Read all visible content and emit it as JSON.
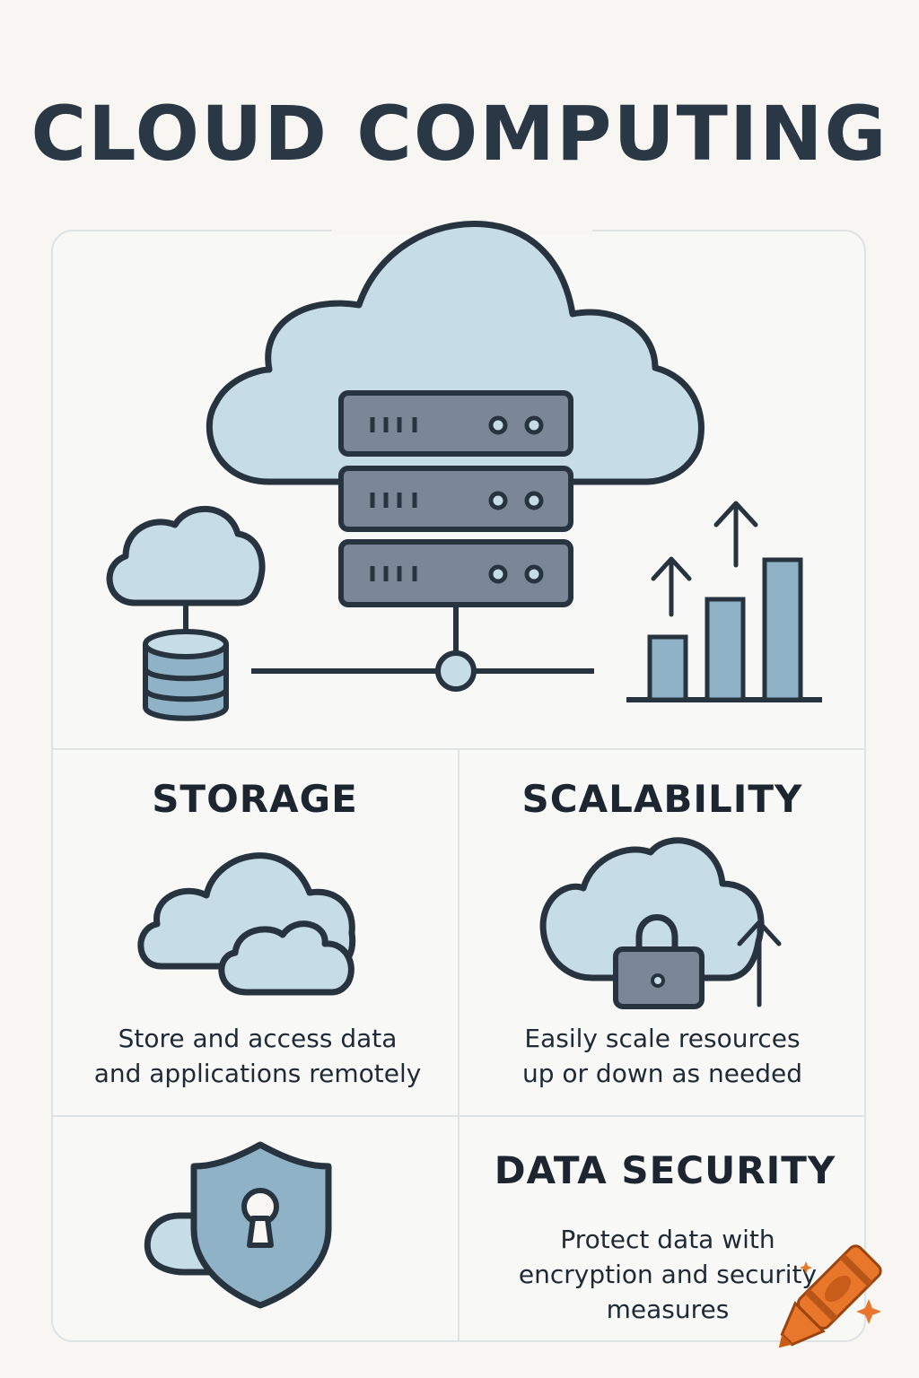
{
  "title": "CLOUD COMPUTING",
  "colors": {
    "background": "#f7f6f3",
    "stroke": "#27343f",
    "cloud_fill": "#c6dce6",
    "server_fill": "#7b8796",
    "bar_fill": "#8fb2c6",
    "accent": "#e8762b"
  },
  "sections": {
    "storage": {
      "heading": "STORAGE",
      "description": "Store and access data\nand applications remotely",
      "icon": "two-clouds-icon"
    },
    "scalability": {
      "heading": "SCALABILITY",
      "description": "Easily scale resources\nup or down as needed",
      "icon": "cloud-lock-arrow-icon"
    },
    "data_security": {
      "heading": "DATA SECURITY",
      "description": "Protect data with\nencryption and security\nmeasures",
      "icon": "shield-keyhole-icon"
    }
  },
  "hero_icons": [
    "cloud-server-icon",
    "cloud-database-icon",
    "growth-bars-icon"
  ],
  "watermark_icon": "crayon-icon"
}
